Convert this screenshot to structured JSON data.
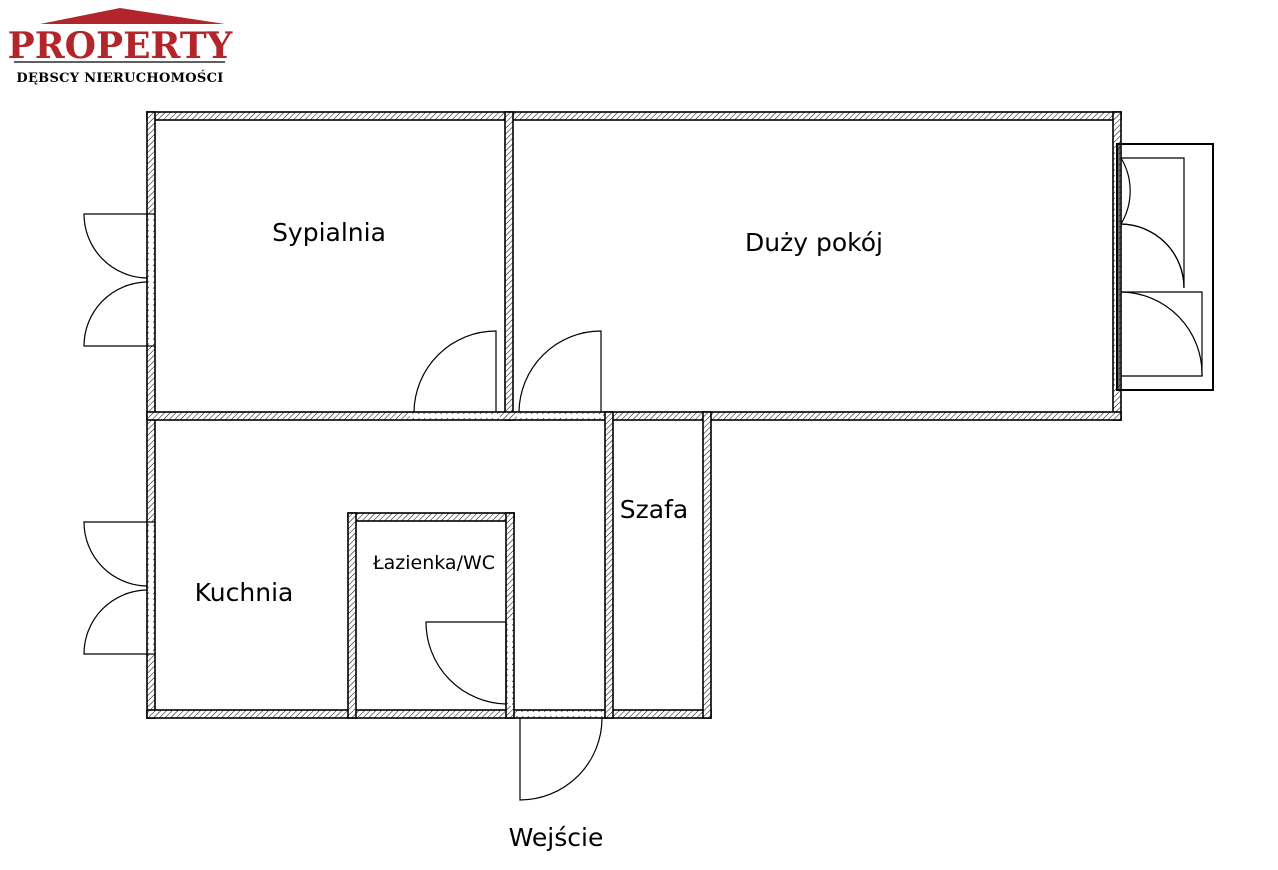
{
  "logo": {
    "brand": "PROPERTY",
    "tagline": "DĘBSCY NIERUCHOMOŚCI",
    "brand_color": "#b2252a"
  },
  "rooms": {
    "sypialnia": "Sypialnia",
    "duzy_pokoj": "Duży pokój",
    "kuchnia": "Kuchnia",
    "lazienka": "Łazienka/WC",
    "szafa": "Szafa",
    "wejscie": "Wejście"
  },
  "colors": {
    "wall_stroke": "#000000",
    "background": "#ffffff"
  }
}
